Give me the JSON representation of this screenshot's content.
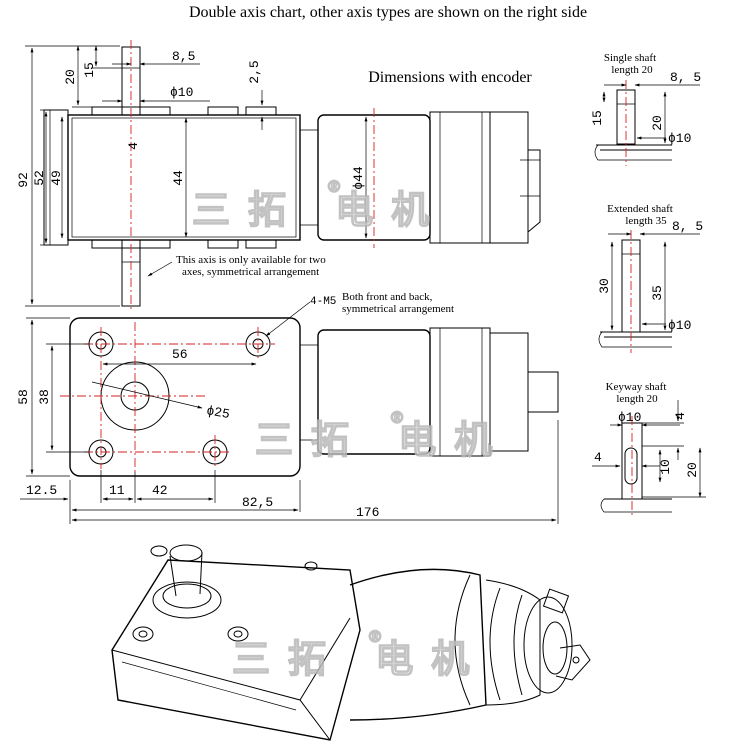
{
  "header": {
    "title": "Double axis chart, other axis types are shown on the right side",
    "encoder_label": "Dimensions with encoder"
  },
  "front_view": {
    "dim_top_20": "20",
    "dim_top_15": "15",
    "dim_top_8_5": "8,5",
    "dim_phi10": "ϕ10",
    "dim_2_5": "2,5",
    "dim_4": "4",
    "dim_92": "92",
    "dim_52": "52",
    "dim_49": "49",
    "dim_44": "44",
    "dim_phi44": "ϕ44",
    "note_two_axes_1": "This axis is only available for two",
    "note_two_axes_2": "axes, symmetrical arrangement"
  },
  "bottom_view": {
    "holes_label": "4-M5",
    "note_both_1": "Both front and back,",
    "note_both_2": "symmetrical arrangement",
    "dim_56": "56",
    "dim_58": "58",
    "dim_38": "38",
    "dim_phi25": "ϕ25",
    "dim_12_5": "12.5",
    "dim_11": "11",
    "dim_42": "42",
    "dim_82_5": "82,5",
    "dim_176": "176"
  },
  "single_shaft": {
    "title_1": "Single shaft",
    "title_2": "length 20",
    "dim_8_5": "8, 5",
    "dim_15": "15",
    "dim_20": "20",
    "dim_phi10": "ϕ10"
  },
  "extended_shaft": {
    "title_1": "Extended shaft",
    "title_2": "length 35",
    "dim_8_5": "8, 5",
    "dim_30": "30",
    "dim_35": "35",
    "dim_phi10": "ϕ10"
  },
  "keyway_shaft": {
    "title_1": "Keyway shaft",
    "title_2": "length 20",
    "dim_phi10": "ϕ10",
    "dim_4a": "4",
    "dim_4b": "4",
    "dim_10": "10",
    "dim_20": "20"
  },
  "watermark": {
    "text": "三拓 电机",
    "registered": "®"
  }
}
